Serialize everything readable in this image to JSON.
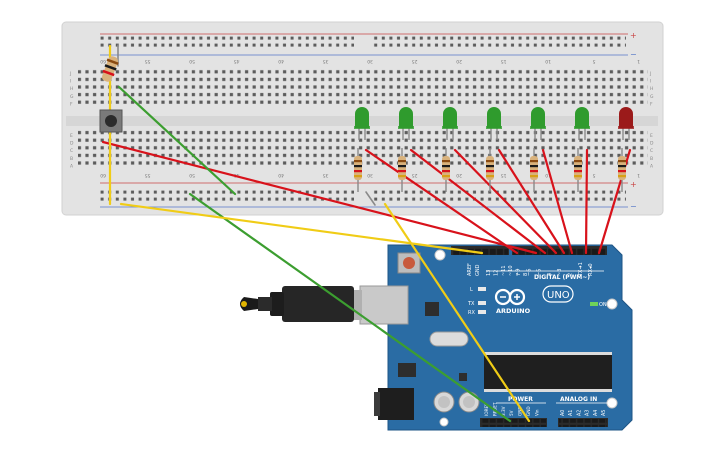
{
  "breadboard": {
    "column_numbers": [
      "60",
      "55",
      "50",
      "45",
      "40",
      "35",
      "30",
      "25",
      "20",
      "15",
      "10",
      "5",
      "1"
    ],
    "rows_top": [
      "J",
      "I",
      "H",
      "G",
      "F"
    ],
    "rows_bottom": [
      "E",
      "D",
      "C",
      "B",
      "A"
    ],
    "rail_plus": "+",
    "rail_minus": "−"
  },
  "arduino": {
    "brand": "ARDUINO",
    "model": "UNO",
    "digital_label": "DIGITAL (PWM~)",
    "power_label": "POWER",
    "analog_label": "ANALOG IN",
    "on_label": "ON",
    "l_label": "L",
    "tx_label": "TX",
    "rx_label": "RX",
    "aref_label": "AREF",
    "gnd_label": "GND",
    "digital_pins": [
      "13",
      "12",
      "~11",
      "~10",
      "~9",
      "8",
      "7",
      "~6",
      "~5",
      "4",
      "~3",
      "2",
      "TX➜1",
      "RX◂0"
    ],
    "power_pins": [
      "IOREF",
      "RESET",
      "3.3V",
      "5V",
      "GND",
      "GND",
      "Vin"
    ],
    "analog_pins": [
      "A0",
      "A1",
      "A2",
      "A3",
      "A4",
      "A5"
    ]
  },
  "leds": [
    {
      "color": "green"
    },
    {
      "color": "green"
    },
    {
      "color": "green"
    },
    {
      "color": "green"
    },
    {
      "color": "green"
    },
    {
      "color": "green"
    },
    {
      "color": "red"
    }
  ],
  "colors": {
    "breadboard": "#e3e3e3",
    "board": "#2a6ca4",
    "wire_red": "#d8121b",
    "wire_green": "#3c9e30",
    "wire_yellow": "#f0cc16",
    "led_green": "#2f9b2d",
    "led_red": "#9b1a1a"
  }
}
